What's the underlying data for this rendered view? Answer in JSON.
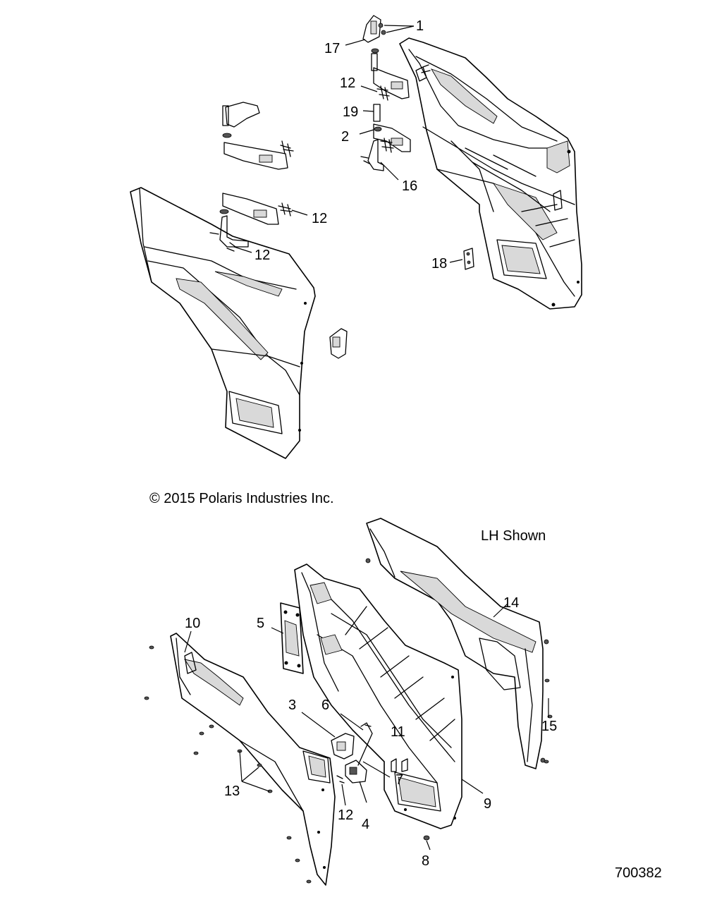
{
  "copyright": "© 2015 Polaris Industries Inc.",
  "view_note": "LH Shown",
  "diagram_id": "700382",
  "callouts": {
    "c1": "1",
    "c2": "2",
    "c3": "3",
    "c4": "4",
    "c5": "5",
    "c6": "6",
    "c7": "7",
    "c8": "8",
    "c9": "9",
    "c10": "10",
    "c11": "11",
    "c12a": "12",
    "c12b": "12",
    "c12c": "12",
    "c12d": "12",
    "c13": "13",
    "c14": "14",
    "c15": "15",
    "c16": "16",
    "c17": "17",
    "c18": "18",
    "c19": "19"
  }
}
